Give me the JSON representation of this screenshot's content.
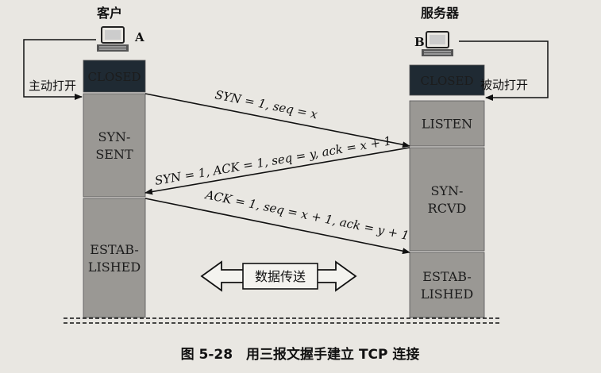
{
  "client": {
    "title": "客户",
    "letter": "A"
  },
  "server": {
    "title": "服务器",
    "letter": "B"
  },
  "client_states": [
    "CLOSED",
    "SYN-|SENT",
    "ESTAB-|LISHED"
  ],
  "server_states": [
    "CLOSED",
    "LISTEN",
    "SYN-|RCVD",
    "ESTAB-|LISHED"
  ],
  "active_open": "主动打开",
  "passive_open": "被动打开",
  "messages": [
    {
      "from": "A",
      "to": "B",
      "text": "SYN = 1, seq = x"
    },
    {
      "from": "B",
      "to": "A",
      "text": "SYN = 1, ACK = 1, seq = y, ack = x + 1"
    },
    {
      "from": "A",
      "to": "B",
      "text": "ACK = 1, seq = x + 1, ack = y + 1"
    }
  ],
  "data_transfer": "数据传送",
  "caption": "图 5-28　用三报文握手建立 TCP 连接",
  "colors": {
    "closed_box": "#1f2a33",
    "state_box": "#9a9894",
    "page": "#e9e7e2"
  }
}
